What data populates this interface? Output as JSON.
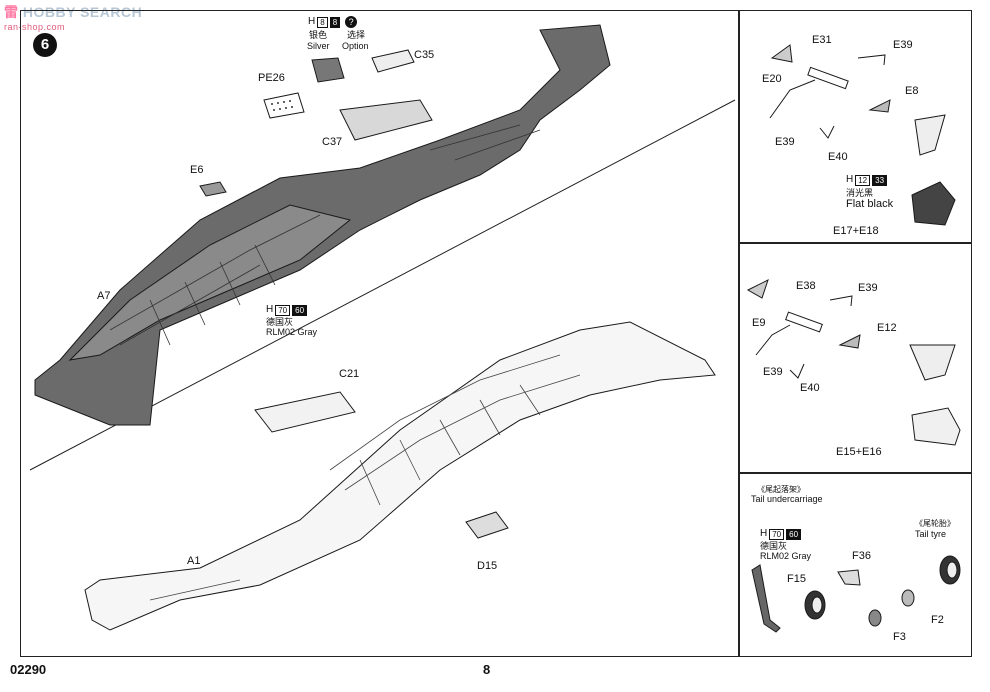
{
  "watermark": {
    "logo": "雷",
    "text": "HOBBY SEARCH",
    "url": "ran-shop.com"
  },
  "step": {
    "number": "6"
  },
  "paint_main": {
    "h_label": "H",
    "code1": "8",
    "code2": "8",
    "cn_name": "银色",
    "en_name": "Silver",
    "option_cn": "选择",
    "option_en": "Option"
  },
  "paint_gray": {
    "h_label": "H",
    "code1": "70",
    "code2": "60",
    "cn_name": "德国灰",
    "en_name": "RLM02 Gray"
  },
  "paint_black": {
    "h_label": "H",
    "code1": "12",
    "code2": "33",
    "cn_name": "消光黑",
    "en_name": "Flat black"
  },
  "paint_tail": {
    "h_label": "H",
    "code1": "70",
    "code2": "60",
    "cn_name": "德国灰",
    "en_name": "RLM02 Gray"
  },
  "parts_main": {
    "pe26": "PE26",
    "c35": "C35",
    "c37": "C37",
    "e6": "E6",
    "a7": "A7",
    "c21": "C21",
    "a1": "A1",
    "d15": "D15"
  },
  "panel1": {
    "e31": "E31",
    "e39a": "E39",
    "e20": "E20",
    "e8": "E8",
    "e39b": "E39",
    "e40": "E40",
    "assembly": "E17+E18"
  },
  "panel2": {
    "e38": "E38",
    "e39a": "E39",
    "e9": "E9",
    "e12": "E12",
    "e39b": "E39",
    "e40": "E40",
    "assembly": "E15+E16"
  },
  "panel3": {
    "title_cn": "《尾起落架》",
    "title_en": "Tail undercarriage",
    "tyre_cn": "《尾轮胎》",
    "tyre_en": "Tail tyre",
    "f36": "F36",
    "f15": "F15",
    "f2": "F2",
    "f3": "F3"
  },
  "footer": {
    "code": "02290",
    "page": "8"
  },
  "colors": {
    "line": "#1a1a1a",
    "gray_fill": "#6b6b6b",
    "light_fill": "#f4f4f4"
  }
}
